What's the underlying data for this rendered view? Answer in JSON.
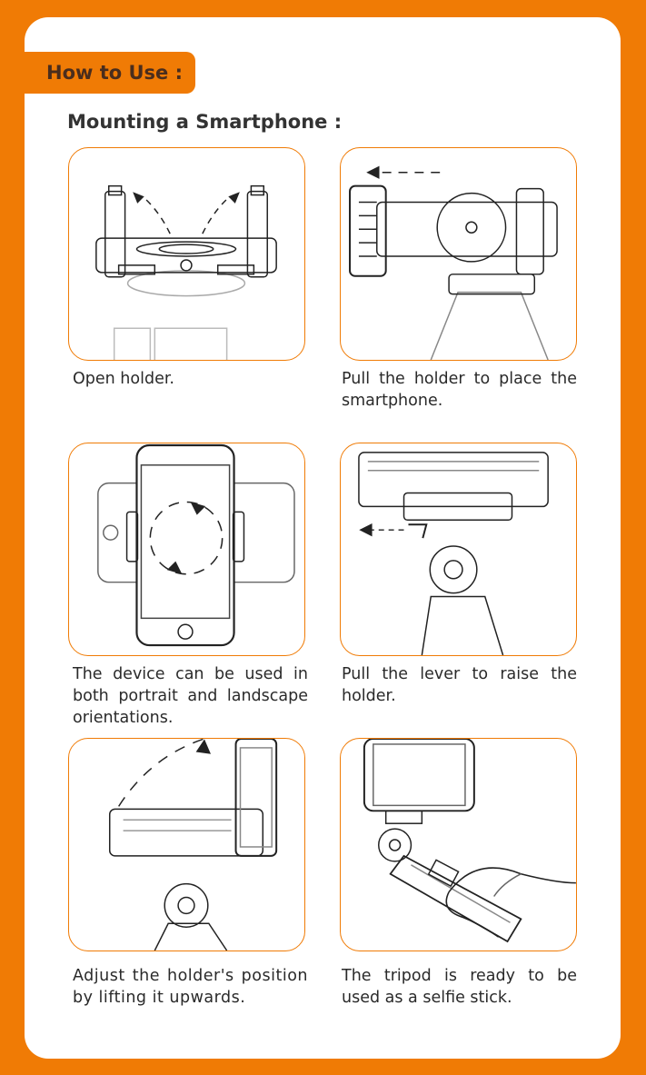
{
  "header": {
    "tag": "How to Use :"
  },
  "section": {
    "title": "Mounting a Smartphone :"
  },
  "steps": [
    {
      "caption": "Open holder."
    },
    {
      "caption": "Pull the holder to place the smartphone."
    },
    {
      "caption": "The device can be used in both portrait and landscape orientations."
    },
    {
      "caption": "Pull the lever to raise the holder."
    },
    {
      "caption": "Adjust the holder's position by lifting it upwards."
    },
    {
      "caption": "The tripod is ready to be used as a selfie stick."
    }
  ],
  "colors": {
    "accent": "#f07b05",
    "card": "#ffffff",
    "tag_text": "#4a2d1d"
  },
  "icons": [
    "arrow-dashed-icon",
    "rotate-dashed-icon"
  ]
}
